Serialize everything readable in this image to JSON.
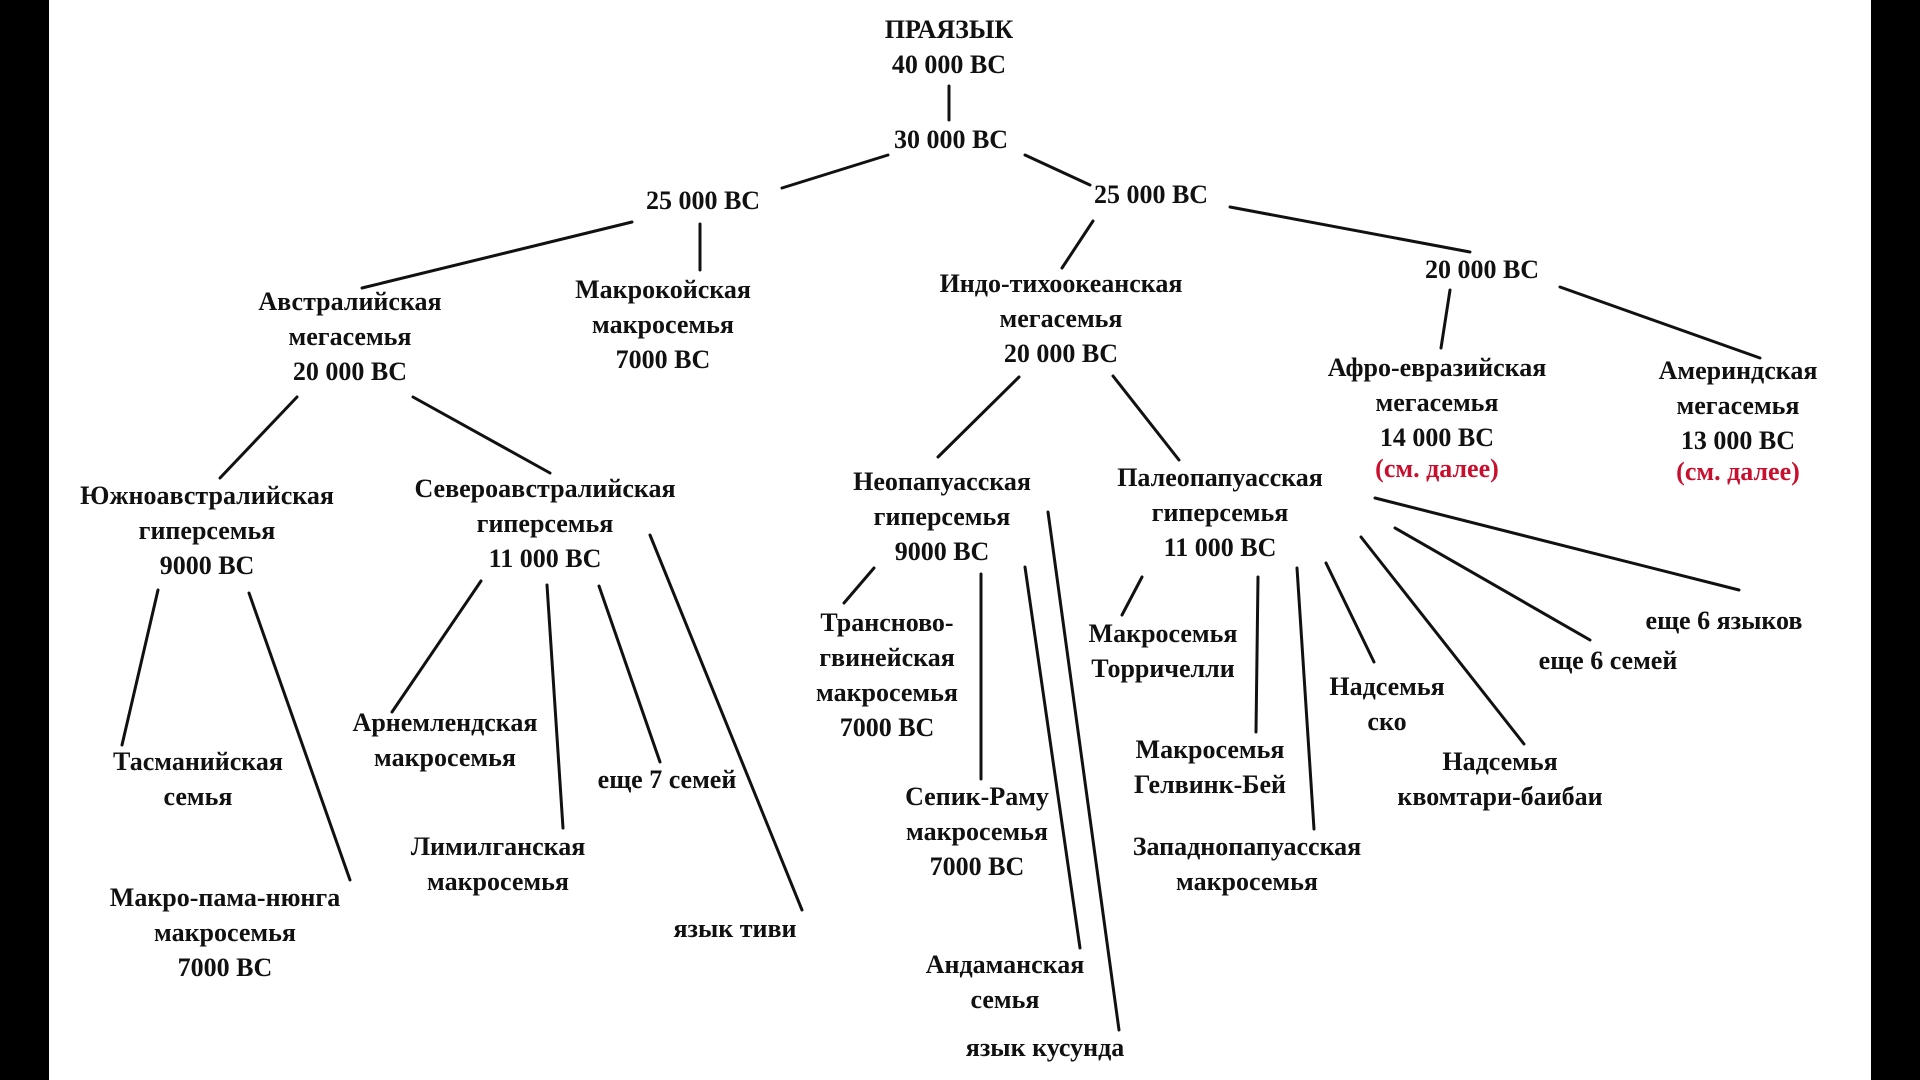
{
  "diagram": {
    "nodes": [
      {
        "id": "root",
        "lines": [
          "ПРАЯЗЫК",
          "40 000 ВС"
        ]
      },
      {
        "id": "n30k",
        "lines": [
          "30 000 ВС"
        ]
      },
      {
        "id": "n25kL",
        "lines": [
          "25 000 ВС"
        ]
      },
      {
        "id": "n25kR",
        "lines": [
          "25 000 ВС"
        ]
      },
      {
        "id": "austral",
        "lines": [
          "Австралийская",
          "мегасемья",
          "20 000 ВС"
        ]
      },
      {
        "id": "macrokoi",
        "lines": [
          "Макрокойская",
          "макросемья",
          "7000 ВС"
        ]
      },
      {
        "id": "indopac",
        "lines": [
          "Индо-тихоокеанская",
          "мегасемья",
          "20 000 ВС"
        ]
      },
      {
        "id": "n20k",
        "lines": [
          "20 000 ВС"
        ]
      },
      {
        "id": "afro",
        "lines": [
          "Афро-евразийская",
          "мегасемья",
          "14 000 ВС"
        ],
        "note": "(см. далее)"
      },
      {
        "id": "amerind",
        "lines": [
          "Америндская",
          "мегасемья",
          "13 000 ВС"
        ],
        "note": "(см. далее)"
      },
      {
        "id": "south",
        "lines": [
          "Южноавстралийская",
          "гиперсемья",
          "9000 ВС"
        ]
      },
      {
        "id": "north",
        "lines": [
          "Североавстралийская",
          "гиперсемья",
          "11 000 ВС"
        ]
      },
      {
        "id": "neopap",
        "lines": [
          "Неопапуасская",
          "гиперсемья",
          "9000 ВС"
        ]
      },
      {
        "id": "paleo",
        "lines": [
          "Палеопапуасская",
          "гиперсемья",
          "11 000 ВС"
        ]
      },
      {
        "id": "tasman",
        "lines": [
          "Тасманийская",
          "семья"
        ]
      },
      {
        "id": "pama",
        "lines": [
          "Макро-пама-нюнга",
          "макросемья",
          "7000 ВС"
        ]
      },
      {
        "id": "arnhem",
        "lines": [
          "Арнемлендская",
          "макросемья"
        ]
      },
      {
        "id": "limil",
        "lines": [
          "Лимилганская",
          "макросемья"
        ]
      },
      {
        "id": "seven",
        "lines": [
          "еще 7 семей"
        ]
      },
      {
        "id": "tiwi",
        "lines": [
          "язык тиви"
        ]
      },
      {
        "id": "transng",
        "lines": [
          "Трансново-",
          "гвинейская",
          "макросемья",
          "7000 ВС"
        ]
      },
      {
        "id": "sepik",
        "lines": [
          "Сепик-Раму",
          "макросемья",
          "7000 ВС"
        ]
      },
      {
        "id": "andaman",
        "lines": [
          "Андаманская",
          "семья"
        ]
      },
      {
        "id": "kusunda",
        "lines": [
          "язык кусунда"
        ]
      },
      {
        "id": "torri",
        "lines": [
          "Макросемья",
          "Торричелли"
        ]
      },
      {
        "id": "geelvink",
        "lines": [
          "Макросемья",
          "Гелвинк-Бей"
        ]
      },
      {
        "id": "westpap",
        "lines": [
          "Западнопапуасская",
          "макросемья"
        ]
      },
      {
        "id": "sko",
        "lines": [
          "Надсемья",
          "ско"
        ]
      },
      {
        "id": "kwomtari",
        "lines": [
          "Надсемья",
          "квомтари-баибаи"
        ]
      },
      {
        "id": "six_fam",
        "lines": [
          "еще 6 семей"
        ]
      },
      {
        "id": "six_lang",
        "lines": [
          "еще 6 языков"
        ]
      }
    ]
  },
  "colors": {
    "line": "#111111",
    "note": "#c8102e",
    "frame": "#000000"
  }
}
